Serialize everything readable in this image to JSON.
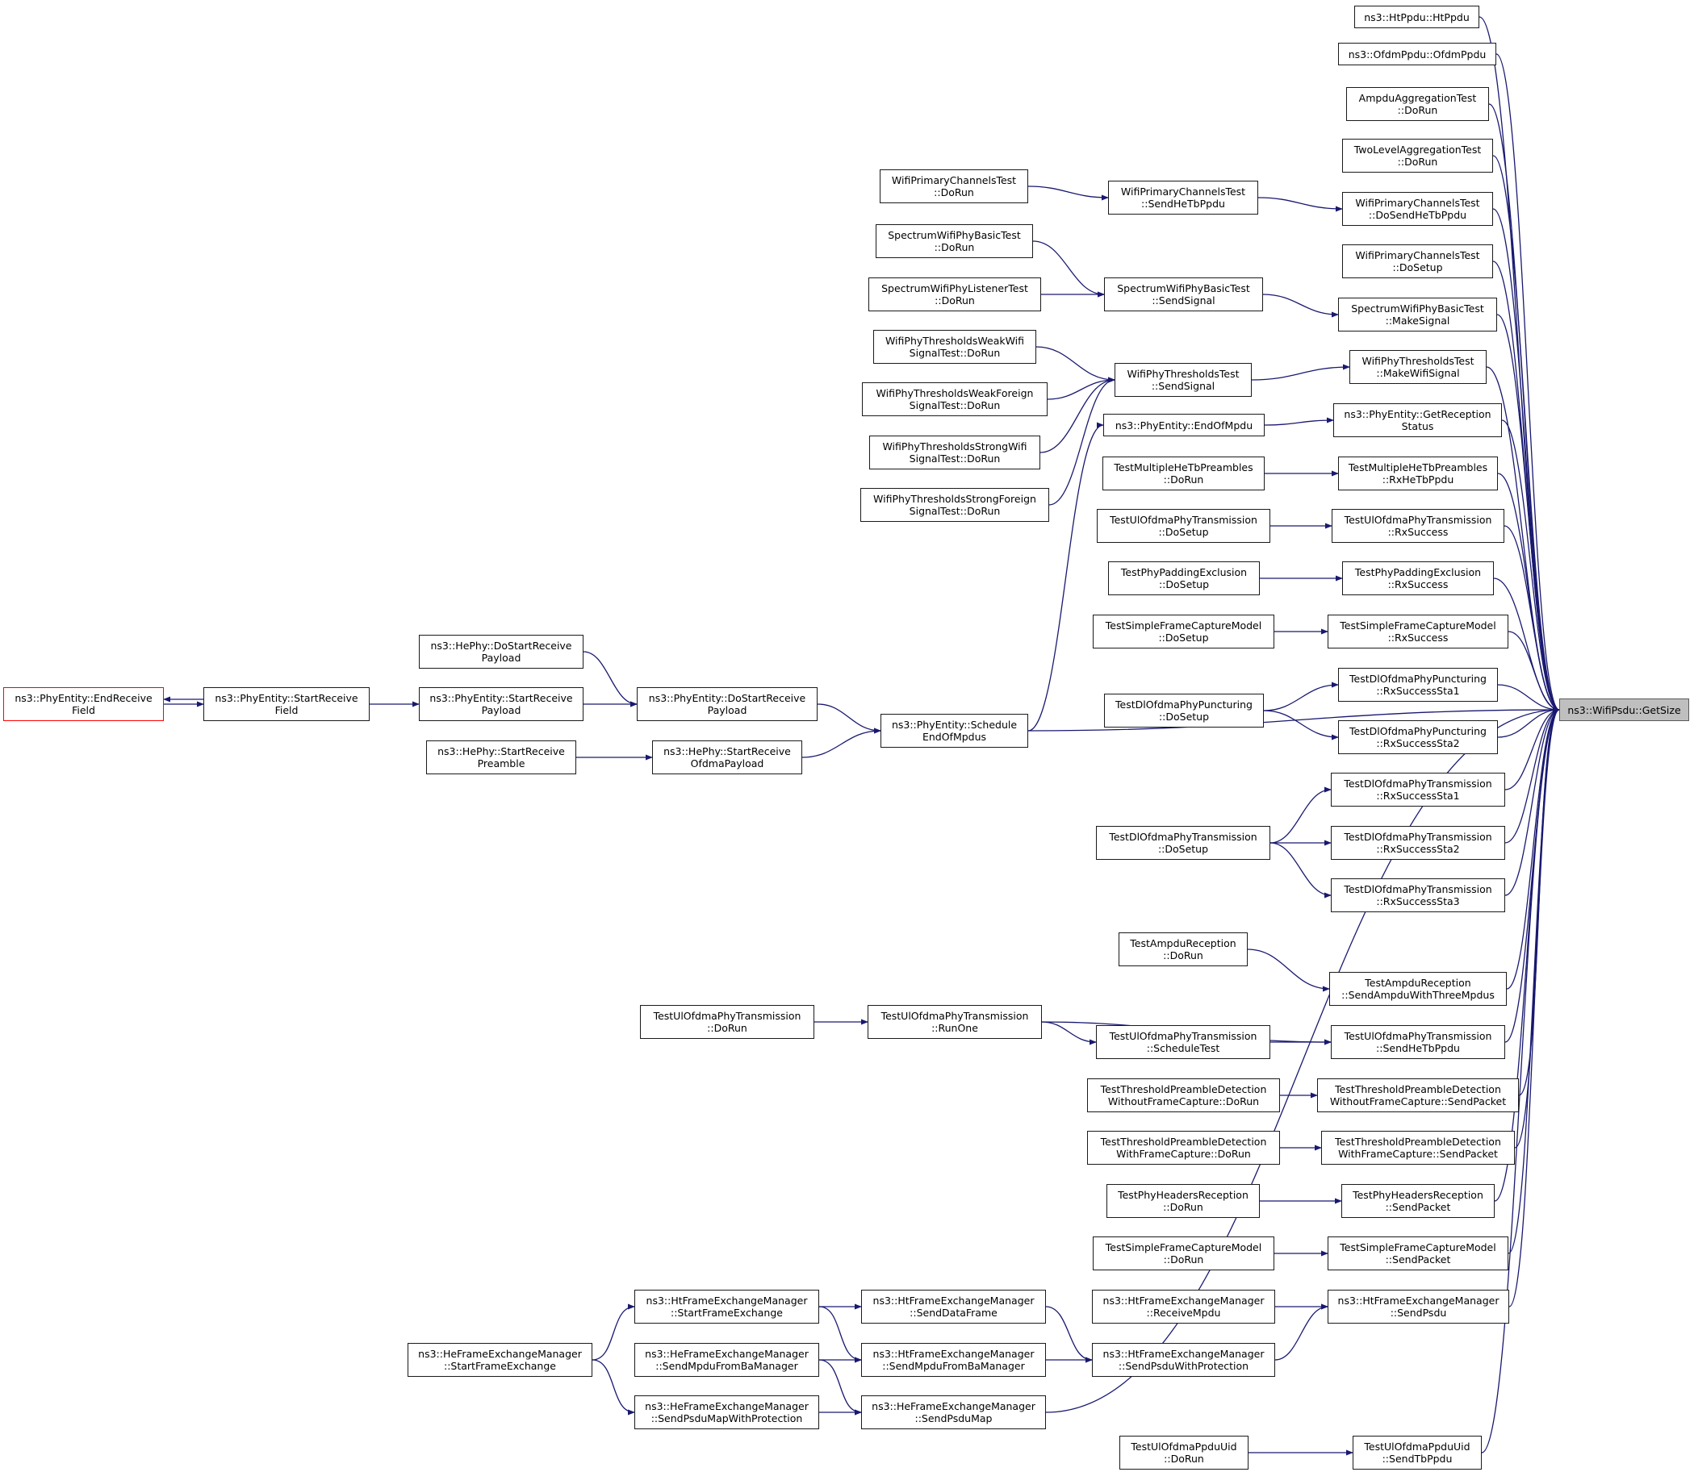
{
  "diagram_type": "call-graph",
  "focus_node": "ns3::WifiPsdu::GetSize",
  "colors": {
    "edge": "#191970",
    "node_border": "#1a1a1a",
    "focus_fill": "#bfbfbf",
    "truncated_border": "#ff0000"
  },
  "nodes": {
    "getsize": {
      "lines": [
        "ns3::WifiPsdu::GetSize"
      ]
    },
    "htppdu": {
      "lines": [
        "ns3::HtPpdu::HtPpdu"
      ]
    },
    "ofdmppdu": {
      "lines": [
        "ns3::OfdmPpdu::OfdmPpdu"
      ]
    },
    "ampduagg": {
      "lines": [
        "AmpduAggregationTest",
        "::DoRun"
      ]
    },
    "twolevel": {
      "lines": [
        "TwoLevelAggregationTest",
        "::DoRun"
      ]
    },
    "wpc_dosendhetb": {
      "lines": [
        "WifiPrimaryChannelsTest",
        "::DoSendHeTbPpdu"
      ]
    },
    "wpc_dosetup": {
      "lines": [
        "WifiPrimaryChannelsTest",
        "::DoSetup"
      ]
    },
    "swpb_makesignal": {
      "lines": [
        "SpectrumWifiPhyBasicTest",
        "::MakeSignal"
      ]
    },
    "wpt_makewifisignal": {
      "lines": [
        "WifiPhyThresholdsTest",
        "::MakeWifiSignal"
      ]
    },
    "pe_getreceptionstatus": {
      "lines": [
        "ns3::PhyEntity::GetReception",
        "Status"
      ]
    },
    "tmhtp_rxhetbppdu": {
      "lines": [
        "TestMultipleHeTbPreambles",
        "::RxHeTbPpdu"
      ]
    },
    "tuopt_rxsuccess": {
      "lines": [
        "TestUlOfdmaPhyTransmission",
        "::RxSuccess"
      ]
    },
    "tppe_rxsuccess": {
      "lines": [
        "TestPhyPaddingExclusion",
        "::RxSuccess"
      ]
    },
    "tsfcm_rxsuccess": {
      "lines": [
        "TestSimpleFrameCaptureModel",
        "::RxSuccess"
      ]
    },
    "tdopp_rxsta1": {
      "lines": [
        "TestDlOfdmaPhyPuncturing",
        "::RxSuccessSta1"
      ]
    },
    "tdopp_rxsta2": {
      "lines": [
        "TestDlOfdmaPhyPuncturing",
        "::RxSuccessSta2"
      ]
    },
    "tdopt_rxsta1": {
      "lines": [
        "TestDlOfdmaPhyTransmission",
        "::RxSuccessSta1"
      ]
    },
    "tdopt_rxsta2": {
      "lines": [
        "TestDlOfdmaPhyTransmission",
        "::RxSuccessSta2"
      ]
    },
    "tdopt_rxsta3": {
      "lines": [
        "TestDlOfdmaPhyTransmission",
        "::RxSuccessSta3"
      ]
    },
    "tar_sendampdu": {
      "lines": [
        "TestAmpduReception",
        "::SendAmpduWithThreeMpdus"
      ]
    },
    "tuopt_sendhetbppdu": {
      "lines": [
        "TestUlOfdmaPhyTransmission",
        "::SendHeTbPpdu"
      ]
    },
    "ttpd_wofc_sendpacket": {
      "lines": [
        "TestThresholdPreambleDetection",
        "WithoutFrameCapture::SendPacket"
      ]
    },
    "ttpd_wfc_sendpacket": {
      "lines": [
        "TestThresholdPreambleDetection",
        "WithFrameCapture::SendPacket"
      ]
    },
    "tphr_sendpacket": {
      "lines": [
        "TestPhyHeadersReception",
        "::SendPacket"
      ]
    },
    "tsfcm_sendpacket": {
      "lines": [
        "TestSimpleFrameCaptureModel",
        "::SendPacket"
      ]
    },
    "htfem_sendpsdu": {
      "lines": [
        "ns3::HtFrameExchangeManager",
        "::SendPsdu"
      ]
    },
    "tuopu_sendtbppdu": {
      "lines": [
        "TestUlOfdmaPpduUid",
        "::SendTbPpdu"
      ]
    },
    "wpc_doruntop": {
      "lines": [
        "WifiPrimaryChannelsTest",
        "::DoRun"
      ]
    },
    "wpc_sendhetbppdu": {
      "lines": [
        "WifiPrimaryChannelsTest",
        "::SendHeTbPpdu"
      ]
    },
    "swpb_dorun": {
      "lines": [
        "SpectrumWifiPhyBasicTest",
        "::DoRun"
      ]
    },
    "swpl_dorun": {
      "lines": [
        "SpectrumWifiPhyListenerTest",
        "::DoRun"
      ]
    },
    "swpb_sendsignal": {
      "lines": [
        "SpectrumWifiPhyBasicTest",
        "::SendSignal"
      ]
    },
    "wptww_dorun": {
      "lines": [
        "WifiPhyThresholdsWeakWifi",
        "SignalTest::DoRun"
      ]
    },
    "wptwf_dorun": {
      "lines": [
        "WifiPhyThresholdsWeakForeign",
        "SignalTest::DoRun"
      ]
    },
    "wptsw_dorun": {
      "lines": [
        "WifiPhyThresholdsStrongWifi",
        "SignalTest::DoRun"
      ]
    },
    "wptsf_dorun": {
      "lines": [
        "WifiPhyThresholdsStrongForeign",
        "SignalTest::DoRun"
      ]
    },
    "wpt_sendsignal": {
      "lines": [
        "WifiPhyThresholdsTest",
        "::SendSignal"
      ]
    },
    "pe_endofmpdu": {
      "lines": [
        "ns3::PhyEntity::EndOfMpdu"
      ]
    },
    "tmhtp_dorun": {
      "lines": [
        "TestMultipleHeTbPreambles",
        "::DoRun"
      ]
    },
    "tuopt_dosetup": {
      "lines": [
        "TestUlOfdmaPhyTransmission",
        "::DoSetup"
      ]
    },
    "tppe_dosetup": {
      "lines": [
        "TestPhyPaddingExclusion",
        "::DoSetup"
      ]
    },
    "tsfcm_dosetup": {
      "lines": [
        "TestSimpleFrameCaptureModel",
        "::DoSetup"
      ]
    },
    "tdopp_dosetup": {
      "lines": [
        "TestDlOfdmaPhyPuncturing",
        "::DoSetup"
      ]
    },
    "tdopt_dosetup": {
      "lines": [
        "TestDlOfdmaPhyTransmission",
        "::DoSetup"
      ]
    },
    "tar_dorun": {
      "lines": [
        "TestAmpduReception",
        "::DoRun"
      ]
    },
    "tuopt_dorun": {
      "lines": [
        "TestUlOfdmaPhyTransmission",
        "::DoRun"
      ]
    },
    "tuopt_runone": {
      "lines": [
        "TestUlOfdmaPhyTransmission",
        "::RunOne"
      ]
    },
    "tuopt_scheduletest": {
      "lines": [
        "TestUlOfdmaPhyTransmission",
        "::ScheduleTest"
      ]
    },
    "ttpd_wofc_dorun": {
      "lines": [
        "TestThresholdPreambleDetection",
        "WithoutFrameCapture::DoRun"
      ]
    },
    "ttpd_wfc_dorun": {
      "lines": [
        "TestThresholdPreambleDetection",
        "WithFrameCapture::DoRun"
      ]
    },
    "tphr_dorun": {
      "lines": [
        "TestPhyHeadersReception",
        "::DoRun"
      ]
    },
    "tsfcm_dorun": {
      "lines": [
        "TestSimpleFrameCaptureModel",
        "::DoRun"
      ]
    },
    "htfem_receivempdu": {
      "lines": [
        "ns3::HtFrameExchangeManager",
        "::ReceiveMpdu"
      ]
    },
    "htfem_sendpsduwithprot": {
      "lines": [
        "ns3::HtFrameExchangeManager",
        "::SendPsduWithProtection"
      ]
    },
    "tuopu_dorun": {
      "lines": [
        "TestUlOfdmaPpduUid",
        "::DoRun"
      ]
    },
    "htfem_senddataframe": {
      "lines": [
        "ns3::HtFrameExchangeManager",
        "::SendDataFrame"
      ]
    },
    "htfem_sendmpdufromba": {
      "lines": [
        "ns3::HtFrameExchangeManager",
        "::SendMpduFromBaManager"
      ]
    },
    "hefem_sendpsdumap": {
      "lines": [
        "ns3::HeFrameExchangeManager",
        "::SendPsduMap"
      ]
    },
    "htfem_startframeexchange": {
      "lines": [
        "ns3::HtFrameExchangeManager",
        "::StartFrameExchange"
      ]
    },
    "hefem_sendmpdufromba": {
      "lines": [
        "ns3::HeFrameExchangeManager",
        "::SendMpduFromBaManager"
      ]
    },
    "hefem_sendpsdumapwithprot": {
      "lines": [
        "ns3::HeFrameExchangeManager",
        "::SendPsduMapWithProtection"
      ]
    },
    "hefem_startframeexchange": {
      "lines": [
        "ns3::HeFrameExchangeManager",
        "::StartFrameExchange"
      ]
    },
    "pe_scheduleendofmpdus": {
      "lines": [
        "ns3::PhyEntity::Schedule",
        "EndOfMpdus"
      ]
    },
    "pe_dostartreceivepayload": {
      "lines": [
        "ns3::PhyEntity::DoStartReceive",
        "Payload"
      ]
    },
    "hephy_startreceiveofdma": {
      "lines": [
        "ns3::HePhy::StartReceive",
        "OfdmaPayload"
      ]
    },
    "hephy_dostartreceivepayload": {
      "lines": [
        "ns3::HePhy::DoStartReceive",
        "Payload"
      ]
    },
    "pe_startreceivepayload": {
      "lines": [
        "ns3::PhyEntity::StartReceive",
        "Payload"
      ]
    },
    "hephy_startreceivepreamble": {
      "lines": [
        "ns3::HePhy::StartReceive",
        "Preamble"
      ]
    },
    "pe_startreceivefield": {
      "lines": [
        "ns3::PhyEntity::StartReceive",
        "Field"
      ]
    },
    "pe_endreceivefield": {
      "lines": [
        "ns3::PhyEntity::EndReceive",
        "Field"
      ]
    }
  }
}
